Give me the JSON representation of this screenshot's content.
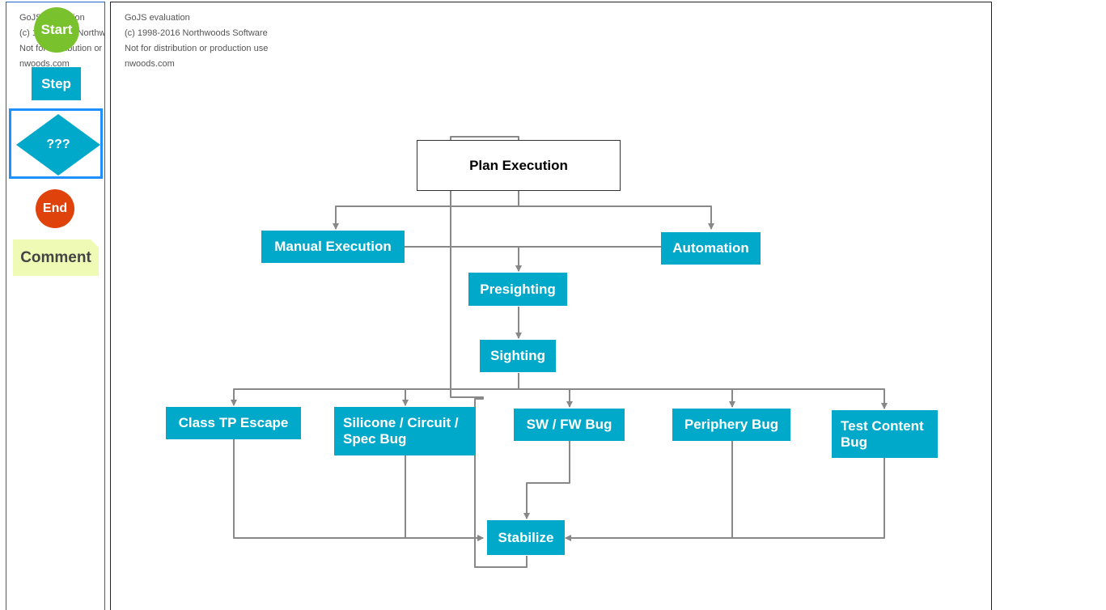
{
  "watermark": {
    "line1": "GoJS evaluation",
    "line2": "(c) 1998-2016 Northwoods Software",
    "line3": "Not for distribution or production use",
    "line4": "nwoods.com"
  },
  "palette": {
    "start": "Start",
    "step": "Step",
    "conditional": "???",
    "end": "End",
    "comment": "Comment"
  },
  "nodes": {
    "plan_execution": "Plan Execution",
    "manual_execution": "Manual Execution",
    "automation": "Automation",
    "presighting": "Presighting",
    "sighting": "Sighting",
    "class_tp_escape": "Class TP Escape",
    "silicone_circuit_spec_bug": "Silicone / Circuit / Spec Bug",
    "sw_fw_bug": "SW / FW Bug",
    "periphery_bug": "Periphery Bug",
    "test_content_bug": "Test Content Bug",
    "stabilize": "Stabilize"
  },
  "colors": {
    "start": "#79c12d",
    "step": "#00a9c9",
    "end": "#e0420b",
    "comment": "#effab4",
    "link": "#888888",
    "selection": "#1e90ff"
  }
}
